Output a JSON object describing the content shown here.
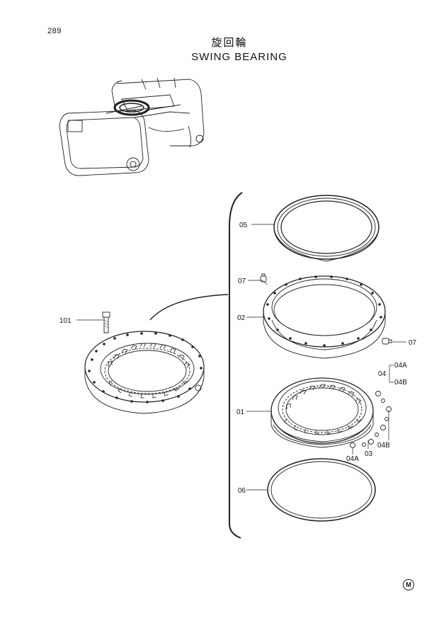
{
  "page_number": "289",
  "title_jp": "旋回輪",
  "title_en": "SWING BEARING",
  "labels": {
    "p05": "05",
    "p07a": "07",
    "p02": "02",
    "p07b": "07",
    "p101": "101",
    "p04": "04",
    "p04A_top": "04A",
    "p04B_top": "04B",
    "p01": "01",
    "p03": "03",
    "p04A_bottom": "04A",
    "p04B_bottom": "04B",
    "p06": "06"
  },
  "logo_mark": "M"
}
